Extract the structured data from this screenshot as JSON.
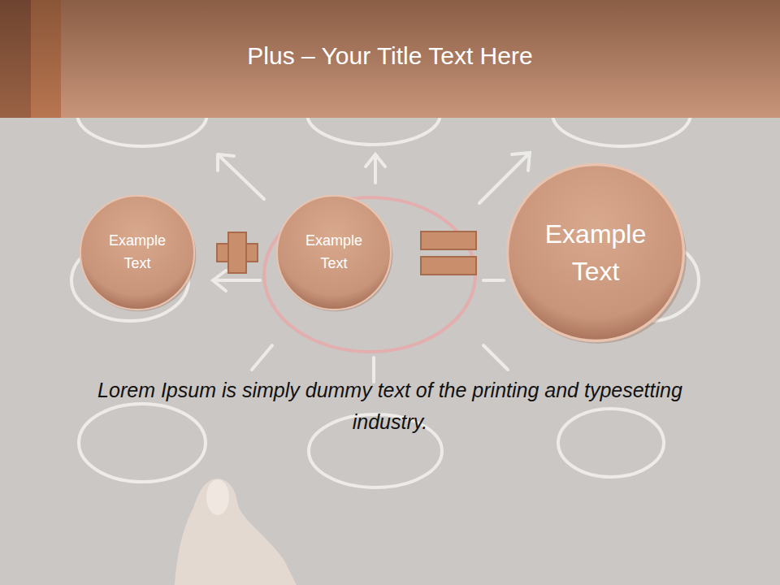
{
  "diagram": {
    "title": "Plus – Your Title Text Here",
    "caption": "Lorem Ipsum is simply dummy text of the printing and typesetting industry.",
    "nodes": [
      {
        "text": [
          "Example Text"
        ]
      },
      {
        "text": [
          "Example Text"
        ]
      },
      {
        "text": [
          "Example Text"
        ]
      }
    ]
  }
}
